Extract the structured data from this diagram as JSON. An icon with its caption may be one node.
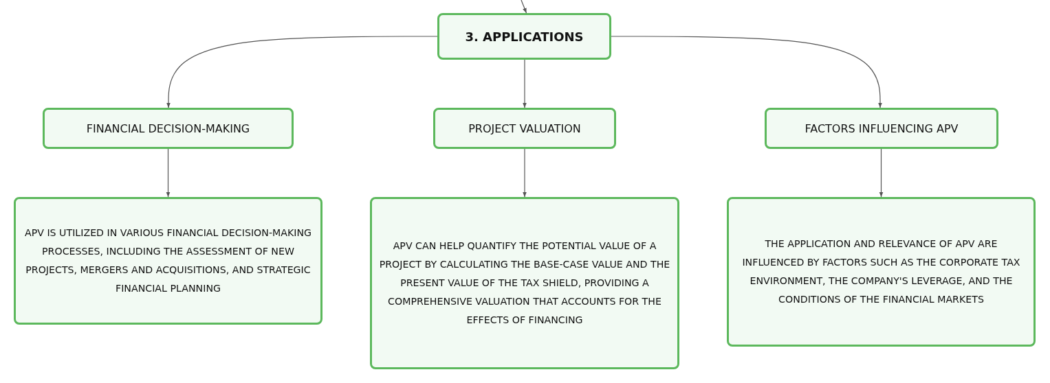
{
  "diagram": {
    "nodes": [
      {
        "text": [
          "3. APPLICATIONS"
        ]
      },
      {
        "text": [
          "FINANCIAL DECISION-MAKING"
        ]
      },
      {
        "text": [
          "PROJECT VALUATION"
        ]
      },
      {
        "text": [
          "FACTORS INFLUENCING APV"
        ]
      },
      {
        "text": [
          "APV IS UTILIZED IN VARIOUS FINANCIAL DECISION-MAKING PROCESSES, INCLUDING THE ASSESSMENT OF NEW PROJECTS, MERGERS AND ACQUISITIONS, AND STRATEGIC FINANCIAL PLANNING"
        ]
      },
      {
        "text": [
          "APV CAN HELP QUANTIFY THE POTENTIAL VALUE OF A PROJECT BY CALCULATING THE BASE-CASE VALUE AND THE PRESENT VALUE OF THE TAX SHIELD, PROVIDING A COMPREHENSIVE VALUATION THAT ACCOUNTS FOR THE EFFECTS OF FINANCING"
        ]
      },
      {
        "text": [
          "THE APPLICATION AND RELEVANCE OF APV ARE INFLUENCED BY FACTORS SUCH AS THE CORPORATE TAX ENVIRONMENT, THE COMPANY'S LEVERAGE, AND THE CONDITIONS OF THE FINANCIAL MARKETS"
        ]
      }
    ],
    "edges": [
      {
        "from": null,
        "to": 0,
        "arrow": "to"
      },
      {
        "from": 0,
        "to": 1,
        "arrow": "to"
      },
      {
        "from": 0,
        "to": 2,
        "arrow": "to"
      },
      {
        "from": 0,
        "to": 3,
        "arrow": "to"
      },
      {
        "from": 1,
        "to": 4,
        "arrow": "to"
      },
      {
        "from": 2,
        "to": 5,
        "arrow": "to"
      },
      {
        "from": 3,
        "to": 6,
        "arrow": "to"
      }
    ]
  }
}
